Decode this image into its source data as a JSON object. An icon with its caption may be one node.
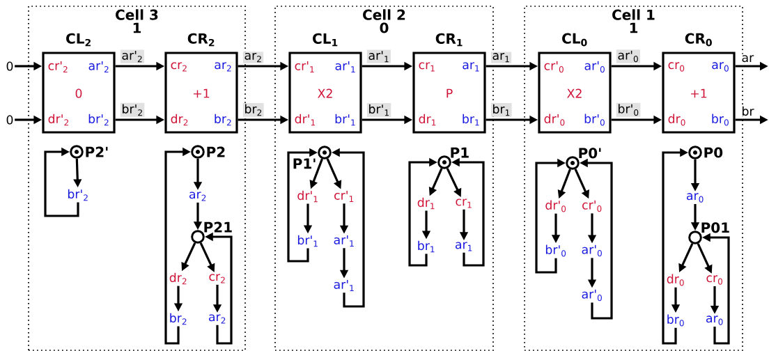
{
  "diagram": {
    "nodes": [
      {
        "text": [
          "0"
        ]
      },
      {
        "text": [
          "0"
        ]
      },
      {
        "text": [
          "Cell 3",
          "1"
        ]
      },
      {
        "text": [
          "CL$_{2}$",
          "cr'$_{2}$",
          "ar'$_{2}$",
          "0",
          "dr'$_{2}$",
          "br'$_{2}$"
        ],
        "in": 2
      },
      {
        "text": [
          "CR$_{2}$",
          "cr$_{2}$",
          "ar$_{2}$",
          "+1",
          "dr$_{2}$",
          "br$_{2}$"
        ],
        "in": 2
      },
      {
        "text": [],
        "shape": "bullseye",
        "beside": [
          "P2'"
        ],
        "in": 2
      },
      {
        "text": [
          "br'$_{2}$"
        ],
        "in": 2
      },
      {
        "text": [],
        "shape": "bullseye",
        "beside": [
          "P2"
        ],
        "in": 2
      },
      {
        "text": [
          "ar$_{2}$"
        ],
        "in": 2
      },
      {
        "text": [],
        "shape": "circle",
        "beside": [
          "P21"
        ],
        "in": 2
      },
      {
        "text": [
          "dr$_{2}$"
        ],
        "in": 2
      },
      {
        "text": [
          "cr$_{2}$"
        ],
        "in": 2
      },
      {
        "text": [
          "br$_{2}$"
        ],
        "in": 2
      },
      {
        "text": [
          "ar$_{2}$"
        ],
        "in": 2
      },
      {
        "text": [
          "Cell 2",
          "0"
        ]
      },
      {
        "text": [
          "CL$_{1}$",
          "cr'$_{1}$",
          "ar'$_{1}$",
          "X2",
          "dr'$_{1}$",
          "br'$_{1}$"
        ],
        "in": 14
      },
      {
        "text": [
          "CR$_{1}$",
          "cr$_{1}$",
          "ar$_{1}$",
          "P",
          "dr$_{1}$",
          "br$_{1}$"
        ],
        "in": 14
      },
      {
        "text": [],
        "shape": "bullseye",
        "beside": [
          "P1'"
        ],
        "in": 14
      },
      {
        "text": [
          "dr'$_{1}$"
        ],
        "in": 14
      },
      {
        "text": [
          "cr'$_{1}$"
        ],
        "in": 14
      },
      {
        "text": [
          "br'$_{1}$"
        ],
        "in": 14
      },
      {
        "text": [
          "ar'$_{1}$"
        ],
        "in": 14
      },
      {
        "text": [
          "ar'$_{1}$"
        ],
        "in": 14
      },
      {
        "text": [],
        "shape": "bullseye",
        "beside": [
          "P1"
        ],
        "in": 14
      },
      {
        "text": [
          "dr$_{1}$"
        ],
        "in": 14
      },
      {
        "text": [
          "cr$_{1}$"
        ],
        "in": 14
      },
      {
        "text": [
          "br$_{1}$"
        ],
        "in": 14
      },
      {
        "text": [
          "ar$_{1}$"
        ],
        "in": 14
      },
      {
        "text": [
          "Cell 1",
          "1"
        ]
      },
      {
        "text": [
          "CL$_{0}$",
          "cr'$_{0}$",
          "ar'$_{0}$",
          "X2",
          "dr'$_{0}$",
          "br'$_{0}$"
        ],
        "in": 28
      },
      {
        "text": [
          "CR$_{0}$",
          "cr$_{0}$",
          "ar$_{0}$",
          "+1",
          "dr$_{0}$",
          "br$_{0}$"
        ],
        "in": 28
      },
      {
        "text": [],
        "shape": "bullseye",
        "beside": [
          "P0'"
        ],
        "in": 28
      },
      {
        "text": [
          "dr'$_{0}$"
        ],
        "in": 28
      },
      {
        "text": [
          "cr'$_{0}$"
        ],
        "in": 28
      },
      {
        "text": [
          "br'$_{0}$"
        ],
        "in": 28
      },
      {
        "text": [
          "ar'$_{0}$"
        ],
        "in": 28
      },
      {
        "text": [
          "ar'$_{0}$"
        ],
        "in": 28
      },
      {
        "text": [],
        "shape": "bullseye",
        "beside": [
          "P0"
        ],
        "in": 28
      },
      {
        "text": [
          "ar$_{0}$"
        ],
        "in": 28
      },
      {
        "text": [],
        "shape": "circle",
        "beside": [
          "P01"
        ],
        "in": 28
      },
      {
        "text": [
          "dr$_{0}$"
        ],
        "in": 28
      },
      {
        "text": [
          "cr$_{0}$"
        ],
        "in": 28
      },
      {
        "text": [
          "br$_{0}$"
        ],
        "in": 28
      },
      {
        "text": [
          "ar$_{0}$"
        ],
        "in": 28
      }
    ],
    "edges": [
      {
        "from": 0,
        "to": 3,
        "arrow": "to"
      },
      {
        "from": 1,
        "to": 3,
        "arrow": "to"
      },
      {
        "from": 3,
        "to": 4,
        "arrow": "to",
        "label": "ar'$_{2}$"
      },
      {
        "from": 3,
        "to": 4,
        "arrow": "to",
        "label": "br'$_{2}$"
      },
      {
        "from": 4,
        "to": 15,
        "arrow": "to",
        "label": "ar$_{2}$"
      },
      {
        "from": 4,
        "to": 15,
        "arrow": "to",
        "label": "br$_{2}$"
      },
      {
        "from": 15,
        "to": 16,
        "arrow": "to",
        "label": "ar'$_{1}$"
      },
      {
        "from": 15,
        "to": 16,
        "arrow": "to",
        "label": "br'$_{1}$"
      },
      {
        "from": 16,
        "to": 29,
        "arrow": "to",
        "label": "ar$_{1}$"
      },
      {
        "from": 16,
        "to": 29,
        "arrow": "to",
        "label": "br$_{1}$"
      },
      {
        "from": 29,
        "to": 30,
        "arrow": "to",
        "label": "ar'$_{0}$"
      },
      {
        "from": 29,
        "to": 30,
        "arrow": "to",
        "label": "br'$_{0}$"
      },
      {
        "from": 30,
        "to": null,
        "arrow": "to",
        "label": "ar"
      },
      {
        "from": 30,
        "to": null,
        "arrow": "to",
        "label": "br"
      },
      {
        "from": 5,
        "to": 6,
        "arrow": "to"
      },
      {
        "from": 6,
        "to": 5,
        "arrow": "to"
      },
      {
        "from": 7,
        "to": 8,
        "arrow": "to"
      },
      {
        "from": 8,
        "to": 9,
        "arrow": "to"
      },
      {
        "from": 9,
        "to": 10,
        "arrow": "to"
      },
      {
        "from": 9,
        "to": 11,
        "arrow": "to"
      },
      {
        "from": 10,
        "to": 12,
        "arrow": "to"
      },
      {
        "from": 11,
        "to": 13,
        "arrow": "to"
      },
      {
        "from": 12,
        "to": 7,
        "arrow": "to"
      },
      {
        "from": 13,
        "to": 9,
        "arrow": "to"
      },
      {
        "from": 17,
        "to": 18,
        "arrow": "to"
      },
      {
        "from": 17,
        "to": 19,
        "arrow": "to"
      },
      {
        "from": 18,
        "to": 20,
        "arrow": "to"
      },
      {
        "from": 19,
        "to": 21,
        "arrow": "to"
      },
      {
        "from": 21,
        "to": 22,
        "arrow": "to"
      },
      {
        "from": 20,
        "to": 17,
        "arrow": "to"
      },
      {
        "from": 22,
        "to": 17,
        "arrow": "to"
      },
      {
        "from": 23,
        "to": 24,
        "arrow": "to"
      },
      {
        "from": 23,
        "to": 25,
        "arrow": "to"
      },
      {
        "from": 24,
        "to": 26,
        "arrow": "to"
      },
      {
        "from": 25,
        "to": 27,
        "arrow": "to"
      },
      {
        "from": 26,
        "to": 23,
        "arrow": "to"
      },
      {
        "from": 27,
        "to": 23,
        "arrow": "to"
      },
      {
        "from": 31,
        "to": 32,
        "arrow": "to"
      },
      {
        "from": 31,
        "to": 33,
        "arrow": "to"
      },
      {
        "from": 32,
        "to": 34,
        "arrow": "to"
      },
      {
        "from": 33,
        "to": 35,
        "arrow": "to"
      },
      {
        "from": 35,
        "to": 36,
        "arrow": "to"
      },
      {
        "from": 34,
        "to": 31,
        "arrow": "to"
      },
      {
        "from": 36,
        "to": 31,
        "arrow": "to"
      },
      {
        "from": 37,
        "to": 38,
        "arrow": "to"
      },
      {
        "from": 38,
        "to": 39,
        "arrow": "to"
      },
      {
        "from": 39,
        "to": 40,
        "arrow": "to"
      },
      {
        "from": 39,
        "to": 41,
        "arrow": "to"
      },
      {
        "from": 40,
        "to": 42,
        "arrow": "to"
      },
      {
        "from": 41,
        "to": 43,
        "arrow": "to"
      },
      {
        "from": 42,
        "to": 37,
        "arrow": "to"
      },
      {
        "from": 43,
        "to": 39,
        "arrow": "to"
      }
    ]
  }
}
